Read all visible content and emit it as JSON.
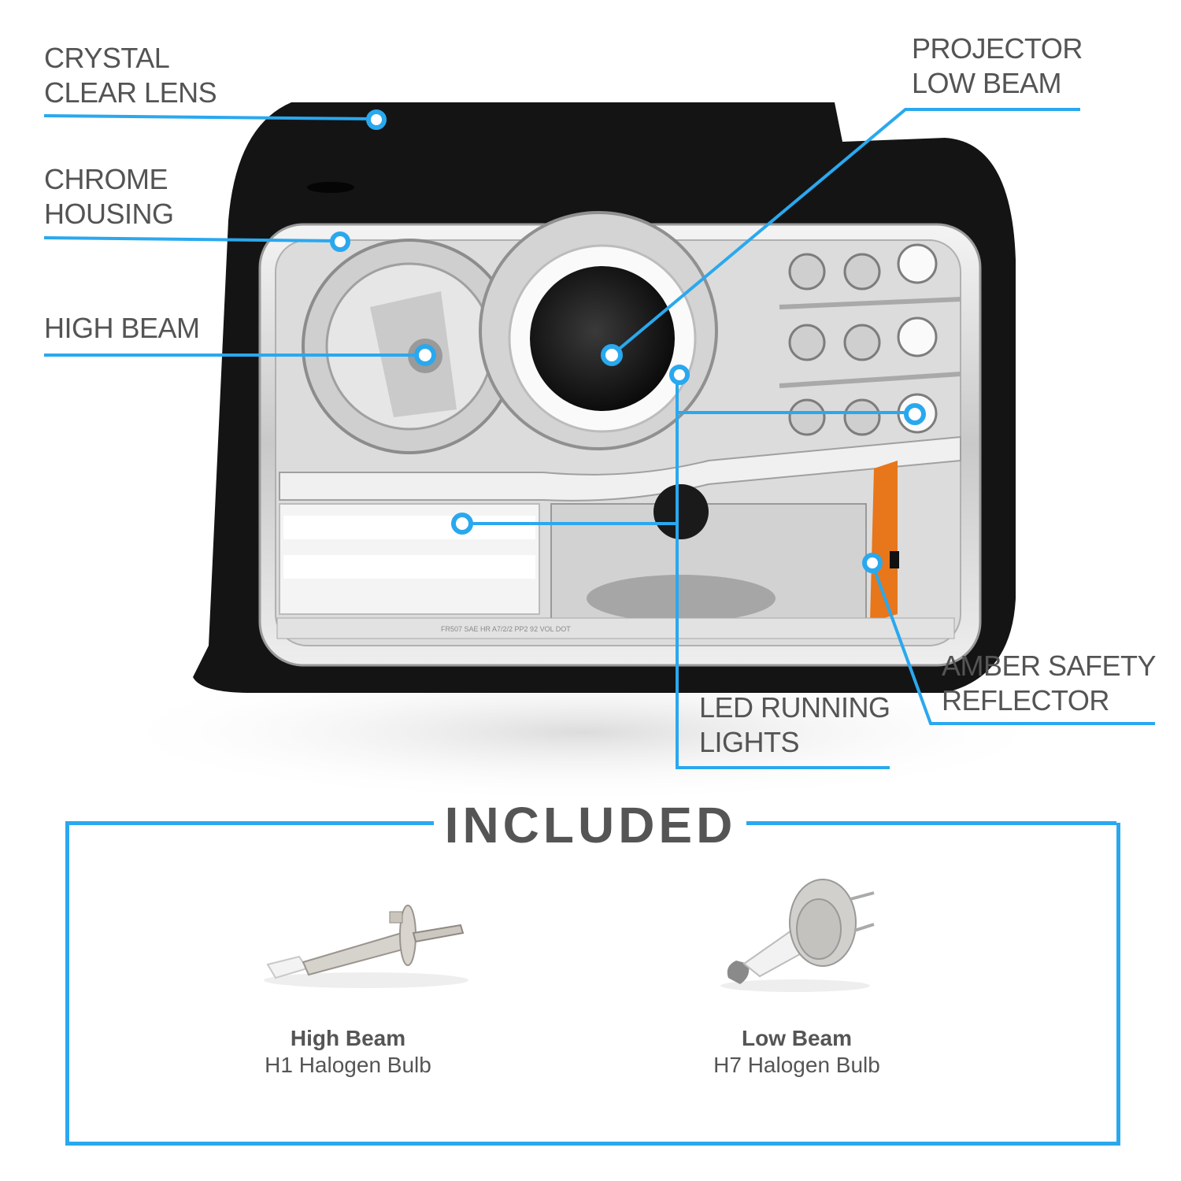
{
  "colors": {
    "accent": "#2aa8ee",
    "text": "#545454",
    "housing_black": "#151515",
    "chrome": "#d8d8d8",
    "amber": "#e8761a"
  },
  "callouts": [
    {
      "id": "crystal-clear-lens",
      "lines": [
        "CRYSTAL",
        "CLEAR LENS"
      ]
    },
    {
      "id": "chrome-housing",
      "lines": [
        "CHROME",
        "HOUSING"
      ]
    },
    {
      "id": "high-beam",
      "lines": [
        "HIGH BEAM"
      ]
    },
    {
      "id": "projector-low-beam",
      "lines": [
        "PROJECTOR",
        "LOW BEAM"
      ]
    },
    {
      "id": "led-running-lights",
      "lines": [
        "LED RUNNING",
        "LIGHTS"
      ]
    },
    {
      "id": "amber-safety-reflector",
      "lines": [
        "AMBER SAFETY",
        "REFLECTOR"
      ]
    }
  ],
  "lens_marking": "FR507 SAE HR A7/2/2 PP2 92 VOL DOT",
  "included": {
    "title": "INCLUDED",
    "items": [
      {
        "title": "High Beam",
        "subtitle": "H1 Halogen Bulb",
        "icon": "h1-bulb-icon"
      },
      {
        "title": "Low Beam",
        "subtitle": "H7 Halogen Bulb",
        "icon": "h7-bulb-icon"
      }
    ]
  }
}
